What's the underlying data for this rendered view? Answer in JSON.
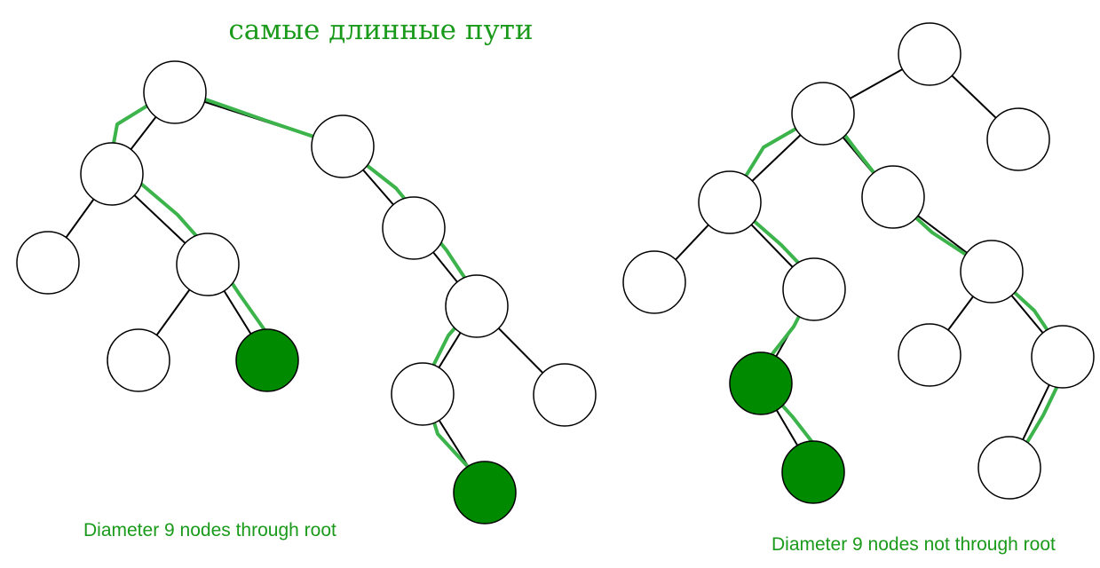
{
  "title": "самые длинные пути",
  "colors": {
    "path": "#3cb44b",
    "endpoint": "#008a00",
    "node_fill": "#ffffff",
    "edge": "#000000",
    "text": "#1a9a1a"
  },
  "trees": [
    {
      "caption": "Diameter 9 nodes through root",
      "endpoints": [
        "L7",
        "L11"
      ]
    },
    {
      "caption": "Diameter 9 nodes not through root",
      "endpoints": [
        "R9",
        "R10"
      ]
    }
  ]
}
